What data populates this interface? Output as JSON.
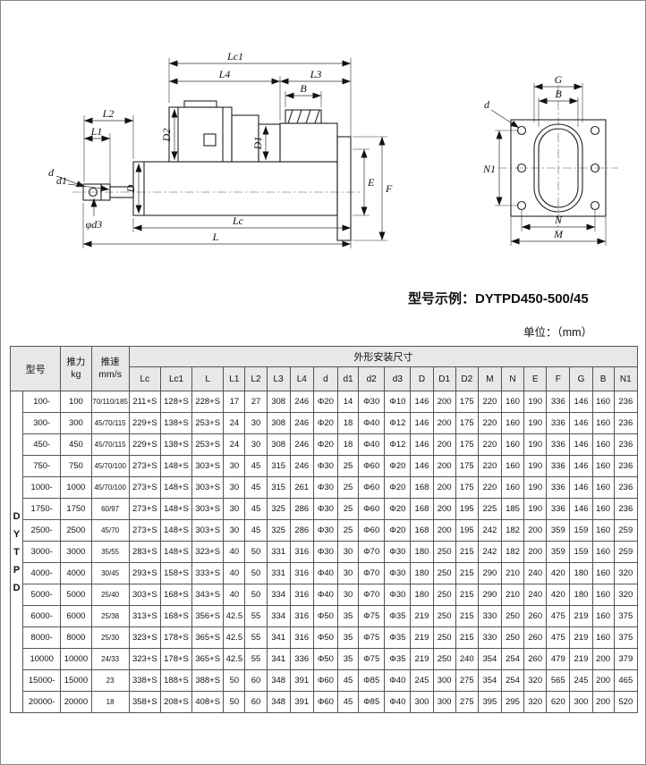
{
  "page": {
    "model_example": "型号示例：DYTPD450-500/45",
    "unit": "单位：（mm）"
  },
  "colors": {
    "header_bg": "#e8e8e8",
    "line_ink": "#222",
    "border": "#555"
  },
  "drawings": {
    "side": {
      "lc1": "Lc1",
      "l4": "L4",
      "l3": "L3",
      "b": "B",
      "l2": "L2",
      "l1": "L1",
      "d": "d",
      "d1": "d1",
      "phi_d3": "φd3",
      "d_cap": "D",
      "d2_cap": "D2",
      "d1_cap": "D1",
      "e": "E",
      "f": "F",
      "lc": "Lc",
      "l": "L"
    },
    "end": {
      "g": "G",
      "b": "B",
      "d": "d",
      "n1": "N1",
      "n": "N",
      "m": "M"
    }
  },
  "table": {
    "headers": {
      "model": "型号",
      "thrust_line1": "推力",
      "thrust_line2": "kg",
      "speed_line1": "推速",
      "speed_line2": "mm/s",
      "dims_group": "外形安装尺寸",
      "dim_cols": [
        "Lc",
        "Lc1",
        "L",
        "L1",
        "L2",
        "L3",
        "L4",
        "d",
        "d1",
        "d2",
        "d3",
        "D",
        "D1",
        "D2",
        "M",
        "N",
        "E",
        "F",
        "G",
        "B",
        "N1"
      ]
    },
    "series_vertical": [
      "D",
      "Y",
      "T",
      "P",
      "D"
    ],
    "rows": [
      {
        "model": "100-",
        "thrust": "100",
        "speed": "70/110/185",
        "values": [
          "211+S",
          "128+S",
          "228+S",
          "17",
          "27",
          "308",
          "246",
          "Φ20",
          "14",
          "Φ30",
          "Φ10",
          "146",
          "200",
          "175",
          "220",
          "160",
          "190",
          "336",
          "146",
          "160",
          "236"
        ]
      },
      {
        "model": "300-",
        "thrust": "300",
        "speed": "45/70/115",
        "values": [
          "229+S",
          "138+S",
          "253+S",
          "24",
          "30",
          "308",
          "246",
          "Φ20",
          "18",
          "Φ40",
          "Φ12",
          "146",
          "200",
          "175",
          "220",
          "160",
          "190",
          "336",
          "146",
          "160",
          "236"
        ]
      },
      {
        "model": "450-",
        "thrust": "450",
        "speed": "45/70/115",
        "values": [
          "229+S",
          "138+S",
          "253+S",
          "24",
          "30",
          "308",
          "246",
          "Φ20",
          "18",
          "Φ40",
          "Φ12",
          "146",
          "200",
          "175",
          "220",
          "160",
          "190",
          "336",
          "146",
          "160",
          "236"
        ]
      },
      {
        "model": "750-",
        "thrust": "750",
        "speed": "45/70/100",
        "values": [
          "273+S",
          "148+S",
          "303+S",
          "30",
          "45",
          "315",
          "246",
          "Φ30",
          "25",
          "Φ60",
          "Φ20",
          "146",
          "200",
          "175",
          "220",
          "160",
          "190",
          "336",
          "146",
          "160",
          "236"
        ]
      },
      {
        "model": "1000-",
        "thrust": "1000",
        "speed": "45/70/100",
        "values": [
          "273+S",
          "148+S",
          "303+S",
          "30",
          "45",
          "315",
          "261",
          "Φ30",
          "25",
          "Φ60",
          "Φ20",
          "168",
          "200",
          "175",
          "220",
          "160",
          "190",
          "336",
          "146",
          "160",
          "236"
        ]
      },
      {
        "model": "1750-",
        "thrust": "1750",
        "speed": "60/97",
        "values": [
          "273+S",
          "148+S",
          "303+S",
          "30",
          "45",
          "325",
          "286",
          "Φ30",
          "25",
          "Φ60",
          "Φ20",
          "168",
          "200",
          "195",
          "225",
          "185",
          "190",
          "336",
          "146",
          "160",
          "236"
        ]
      },
      {
        "model": "2500-",
        "thrust": "2500",
        "speed": "45/70",
        "values": [
          "273+S",
          "148+S",
          "303+S",
          "30",
          "45",
          "325",
          "286",
          "Φ30",
          "25",
          "Φ60",
          "Φ20",
          "168",
          "200",
          "195",
          "242",
          "182",
          "200",
          "359",
          "159",
          "160",
          "259"
        ]
      },
      {
        "model": "3000-",
        "thrust": "3000",
        "speed": "35/55",
        "values": [
          "283+S",
          "148+S",
          "323+S",
          "40",
          "50",
          "331",
          "316",
          "Φ30",
          "30",
          "Φ70",
          "Φ30",
          "180",
          "250",
          "215",
          "242",
          "182",
          "200",
          "359",
          "159",
          "160",
          "259"
        ]
      },
      {
        "model": "4000-",
        "thrust": "4000",
        "speed": "30/45",
        "values": [
          "293+S",
          "158+S",
          "333+S",
          "40",
          "50",
          "331",
          "316",
          "Φ40",
          "30",
          "Φ70",
          "Φ30",
          "180",
          "250",
          "215",
          "290",
          "210",
          "240",
          "420",
          "180",
          "160",
          "320"
        ]
      },
      {
        "model": "5000-",
        "thrust": "5000",
        "speed": "25/40",
        "values": [
          "303+S",
          "168+S",
          "343+S",
          "40",
          "50",
          "334",
          "316",
          "Φ40",
          "30",
          "Φ70",
          "Φ30",
          "180",
          "250",
          "215",
          "290",
          "210",
          "240",
          "420",
          "180",
          "160",
          "320"
        ]
      },
      {
        "model": "6000-",
        "thrust": "6000",
        "speed": "25/38",
        "values": [
          "313+S",
          "168+S",
          "356+S",
          "42.5",
          "55",
          "334",
          "316",
          "Φ50",
          "35",
          "Φ75",
          "Φ35",
          "219",
          "250",
          "215",
          "330",
          "250",
          "260",
          "475",
          "219",
          "160",
          "375"
        ]
      },
      {
        "model": "8000-",
        "thrust": "8000",
        "speed": "25/30",
        "values": [
          "323+S",
          "178+S",
          "365+S",
          "42.5",
          "55",
          "341",
          "316",
          "Φ50",
          "35",
          "Φ75",
          "Φ35",
          "219",
          "250",
          "215",
          "330",
          "250",
          "260",
          "475",
          "219",
          "160",
          "375"
        ]
      },
      {
        "model": "10000",
        "thrust": "10000",
        "speed": "24/33",
        "values": [
          "323+S",
          "178+S",
          "365+S",
          "42.5",
          "55",
          "341",
          "336",
          "Φ50",
          "35",
          "Φ75",
          "Φ35",
          "219",
          "250",
          "240",
          "354",
          "254",
          "260",
          "479",
          "219",
          "200",
          "379"
        ]
      },
      {
        "model": "15000-",
        "thrust": "15000",
        "speed": "23",
        "values": [
          "338+S",
          "188+S",
          "388+S",
          "50",
          "60",
          "348",
          "391",
          "Φ60",
          "45",
          "Φ85",
          "Φ40",
          "245",
          "300",
          "275",
          "354",
          "254",
          "320",
          "565",
          "245",
          "200",
          "465"
        ]
      },
      {
        "model": "20000-",
        "thrust": "20000",
        "speed": "18",
        "values": [
          "358+S",
          "208+S",
          "408+S",
          "50",
          "60",
          "348",
          "391",
          "Φ60",
          "45",
          "Φ85",
          "Φ40",
          "300",
          "300",
          "275",
          "395",
          "295",
          "320",
          "620",
          "300",
          "200",
          "520"
        ]
      }
    ]
  }
}
